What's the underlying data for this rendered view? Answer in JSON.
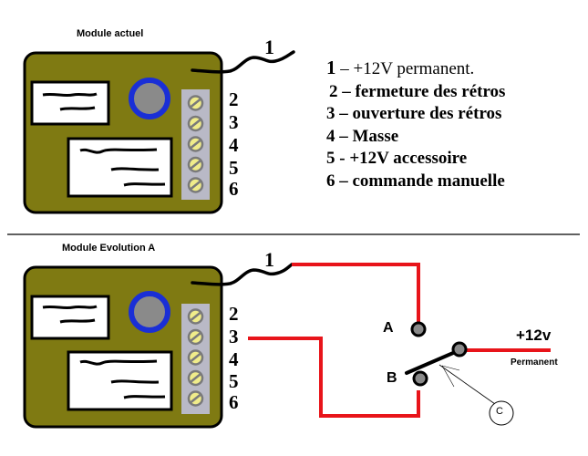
{
  "diagram": {
    "top_module": {
      "title": "Module actuel",
      "wire_label": "1",
      "terminals": [
        "2",
        "3",
        "4",
        "5",
        "6"
      ]
    },
    "legend": [
      {
        "num": "1",
        "text": "– +12V  permanent."
      },
      {
        "num": "2",
        "text": "– fermeture des rétros"
      },
      {
        "num": "3",
        "text": "– ouverture des rétros"
      },
      {
        "num": "4",
        "text": "– Masse"
      },
      {
        "num": "5",
        "text": "- +12V accessoire"
      },
      {
        "num": "6",
        "text": "– commande manuelle"
      }
    ],
    "bottom_module": {
      "title": "Module Evolution A",
      "wire_label": "1",
      "terminals": [
        "2",
        "3",
        "4",
        "5",
        "6"
      ]
    },
    "switch": {
      "contact_a": "A",
      "contact_b": "B",
      "supply_label": "+12v",
      "supply_sublabel": "Permanent",
      "callout": "C"
    },
    "colors": {
      "module_body": "#7f7a12",
      "wire_red": "#e8141a",
      "knob_ring": "#1a2fd6",
      "knob_center": "#8a8a8a",
      "terminal_strip": "#b9b9c6",
      "screw": "#f0ec8a"
    }
  }
}
